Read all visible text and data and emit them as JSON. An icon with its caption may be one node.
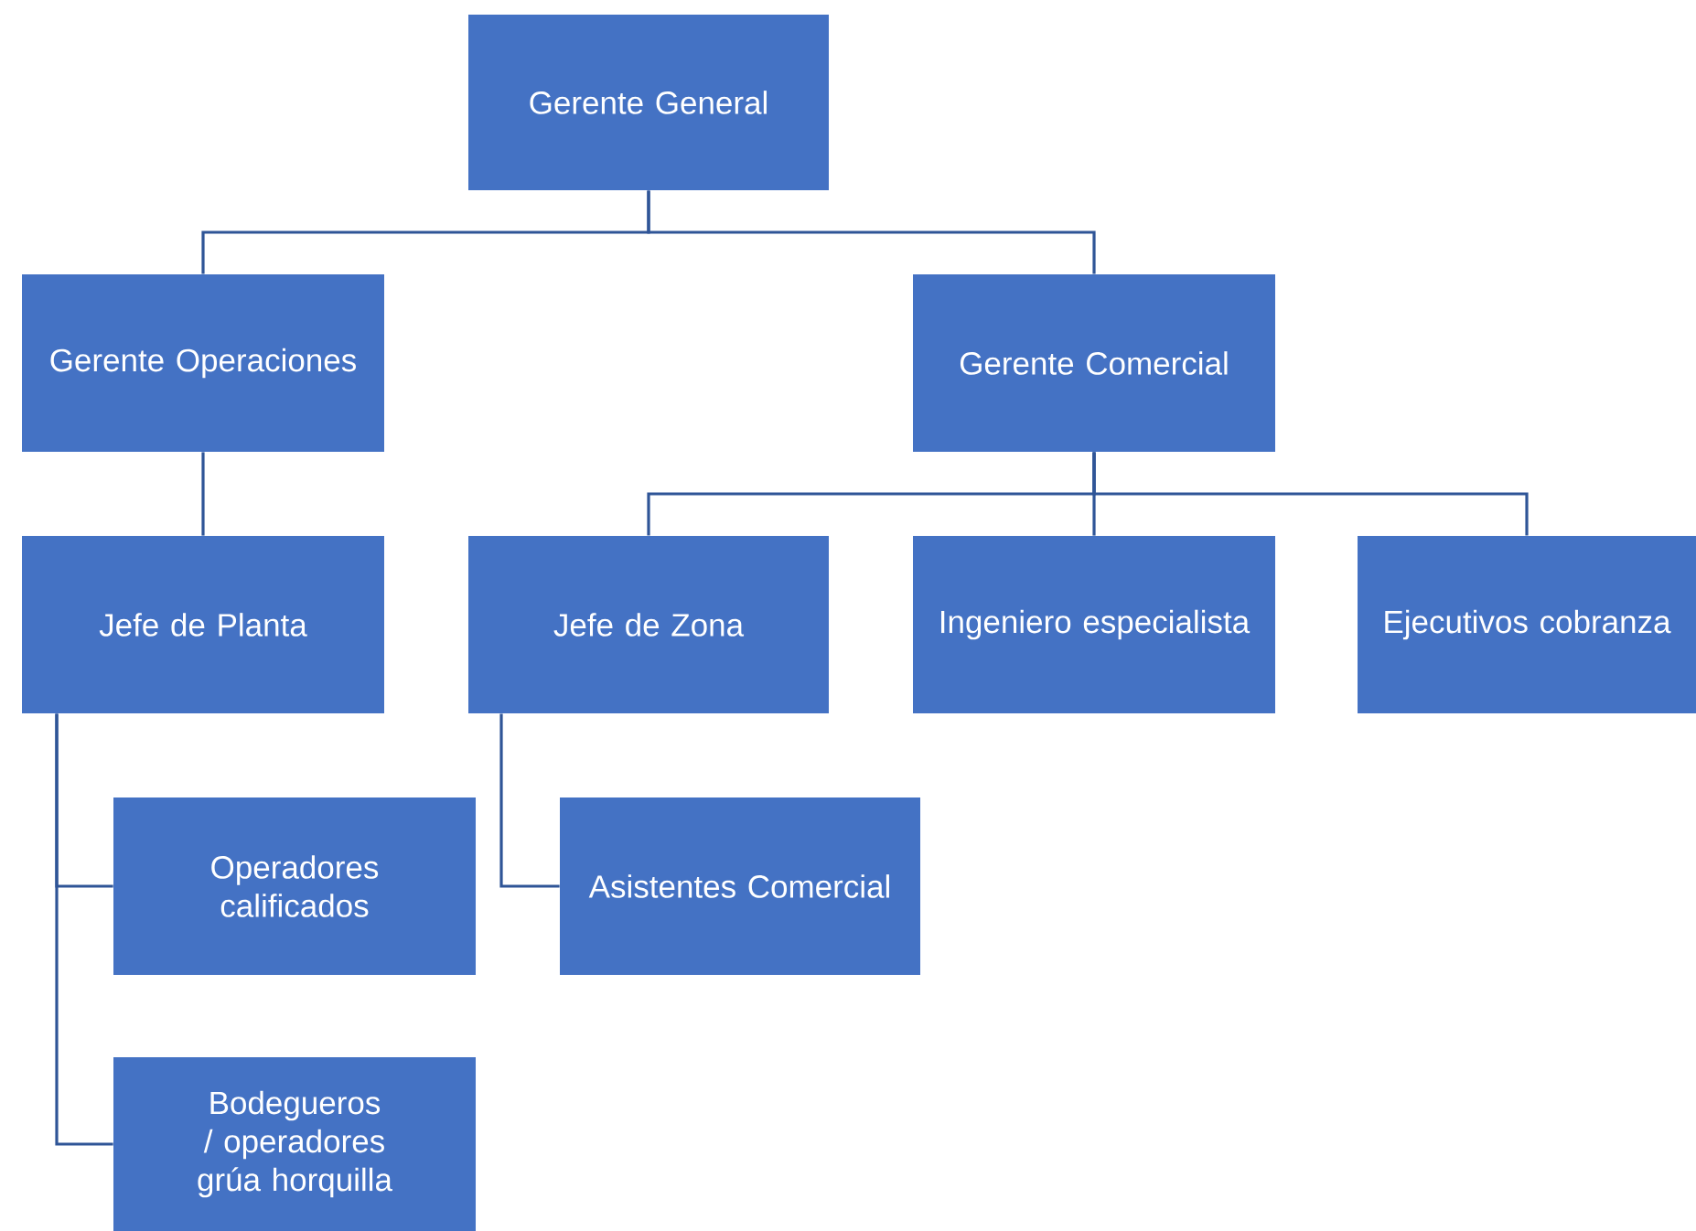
{
  "diagram": {
    "nodes": [
      {
        "text": [
          "Gerente General"
        ]
      },
      {
        "text": [
          "Gerente Operaciones"
        ]
      },
      {
        "text": [
          "Gerente Comercial"
        ]
      },
      {
        "text": [
          "Jefe de Planta"
        ]
      },
      {
        "text": [
          "Jefe de Zona"
        ]
      },
      {
        "text": [
          "Ingeniero especialista"
        ]
      },
      {
        "text": [
          "Ejecutivos cobranza"
        ]
      },
      {
        "text": [
          "Operadores calificados"
        ]
      },
      {
        "text": [
          "Asistentes Comercial"
        ]
      },
      {
        "text": [
          "Bodegueros / operadores grúa horquilla"
        ]
      }
    ],
    "edges": [
      {
        "from": 0,
        "to": 1,
        "arrow": "none"
      },
      {
        "from": 0,
        "to": 2,
        "arrow": "none"
      },
      {
        "from": 1,
        "to": 3,
        "arrow": "none"
      },
      {
        "from": 2,
        "to": 4,
        "arrow": "none"
      },
      {
        "from": 2,
        "to": 5,
        "arrow": "none"
      },
      {
        "from": 2,
        "to": 6,
        "arrow": "none"
      },
      {
        "from": 3,
        "to": 7,
        "arrow": "none"
      },
      {
        "from": 3,
        "to": 9,
        "arrow": "none"
      },
      {
        "from": 4,
        "to": 8,
        "arrow": "none"
      }
    ]
  }
}
